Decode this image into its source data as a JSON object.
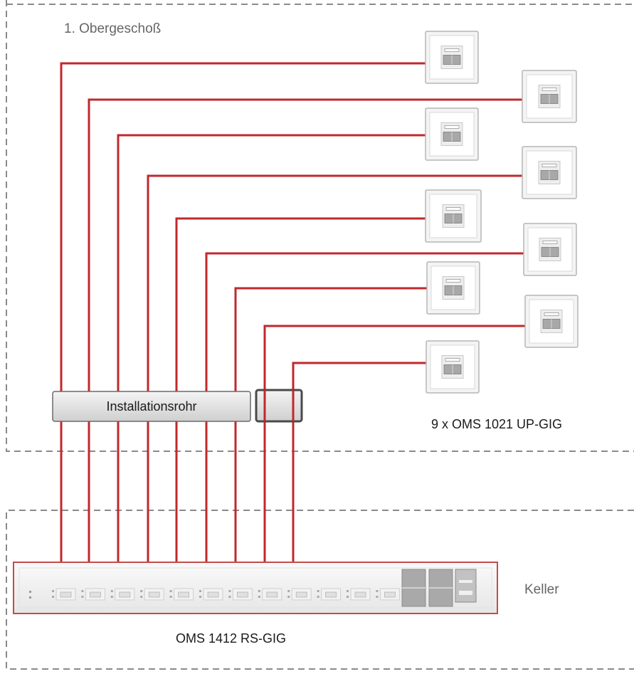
{
  "floors": {
    "upper": {
      "label": "1. Obergeschoß"
    },
    "basement": {
      "label": "Keller"
    }
  },
  "conduit": {
    "label": "Installationsrohr"
  },
  "outlets": {
    "caption": "9 x OMS 1021 UP-GIG",
    "count": 9
  },
  "switch": {
    "caption": "OMS 1412 RS-GIG",
    "port_count": 12,
    "uplink_count": 3
  },
  "colors": {
    "cable": "#c0282c",
    "frame_dash": "#8a8a8a",
    "outlet_border": "#b5b5b5",
    "switch_border": "#c44b4b"
  }
}
